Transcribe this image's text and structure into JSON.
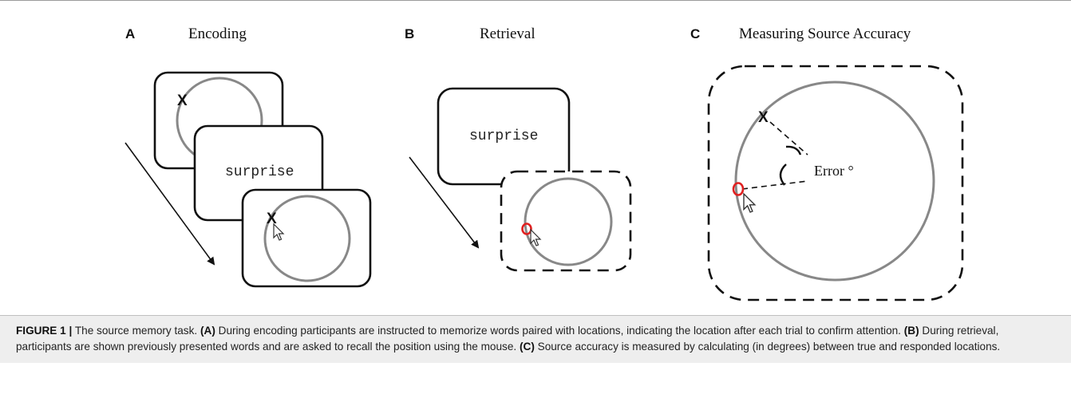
{
  "panels": {
    "a": {
      "letter": "A",
      "title": "Encoding",
      "word": "surprise",
      "target_mark": "X"
    },
    "b": {
      "letter": "B",
      "title": "Retrieval",
      "word": "surprise"
    },
    "c": {
      "letter": "C",
      "title": "Measuring Source Accuracy",
      "target_mark": "X",
      "error_label": "Error °"
    }
  },
  "icons": [
    "arrow-icon",
    "cursor-icon",
    "response-circle-icon",
    "target-x-icon"
  ],
  "colors": {
    "ring": "#888888",
    "response_marker": "#e02020",
    "caption_bg": "#eeeeee"
  },
  "caption": {
    "label": "FIGURE 1",
    "separator": "|",
    "lead": "The source memory task.",
    "a_tag": "(A)",
    "a_text": "During encoding participants are instructed to memorize words paired with locations, indicating the location after each trial to confirm attention.",
    "b_tag": "(B)",
    "b_text": "During retrieval, participants are shown previously presented words and are asked to recall the position using the mouse.",
    "c_tag": "(C)",
    "c_text": "Source accuracy is measured by calculating (in degrees) between true and responded locations."
  }
}
